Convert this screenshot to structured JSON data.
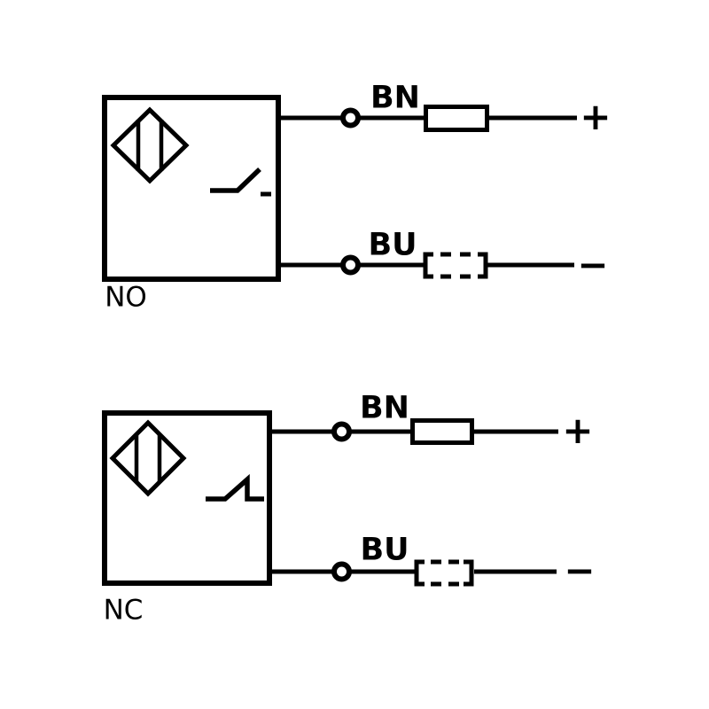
{
  "colors": {
    "line": "#000000",
    "background": "#ffffff",
    "text": "#000000"
  },
  "diagrams": [
    {
      "label": "NO",
      "sensor_symbol": "inductive-proximity-sensor-diamond",
      "contact_symbol": "normally-open-contact",
      "wires": [
        {
          "label": "BN",
          "terminal": "+",
          "load": "solid-box"
        },
        {
          "label": "BU",
          "terminal": "−",
          "load": "dashed-box"
        }
      ]
    },
    {
      "label": "NC",
      "sensor_symbol": "inductive-proximity-sensor-diamond",
      "contact_symbol": "normally-closed-contact",
      "wires": [
        {
          "label": "BN",
          "terminal": "+",
          "load": "solid-box"
        },
        {
          "label": "BU",
          "terminal": "−",
          "load": "dashed-box"
        }
      ]
    }
  ]
}
